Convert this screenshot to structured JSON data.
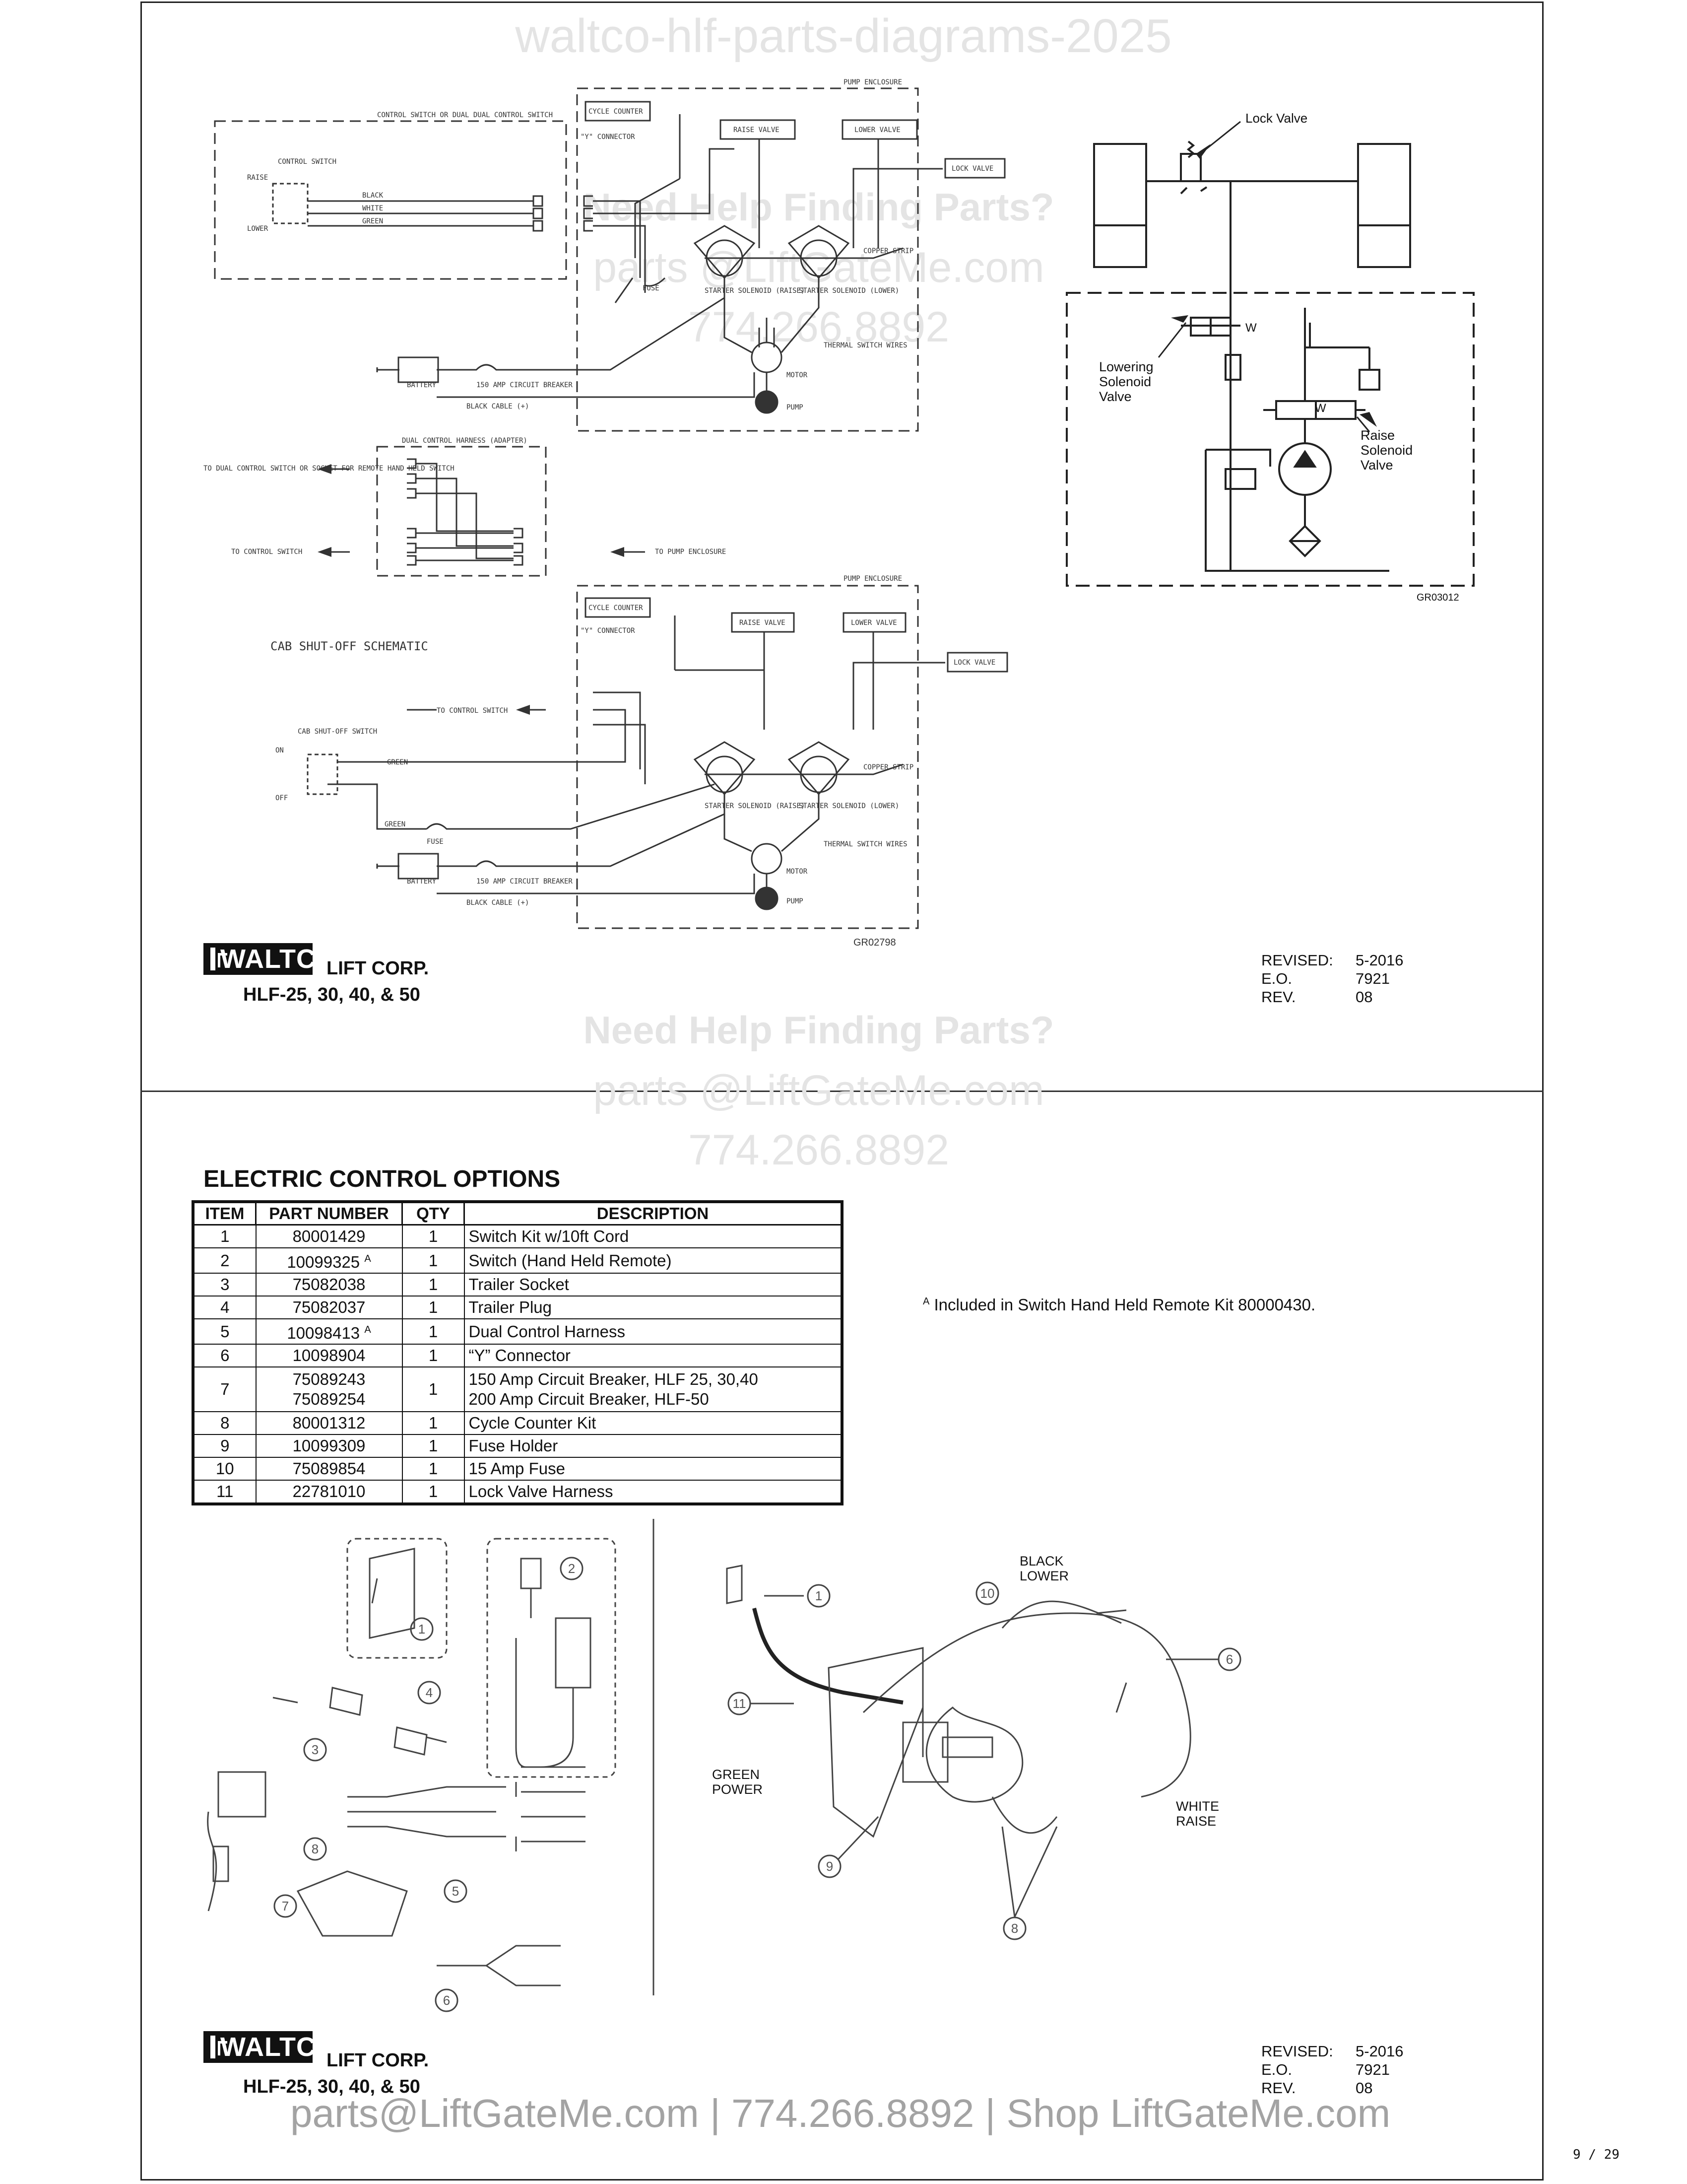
{
  "watermark": {
    "top": "waltco-hlf-parts-diagrams-2025",
    "help": "Need Help Finding Parts?",
    "email": "parts @LiftGateMe.com",
    "phone": "774.266.8892"
  },
  "schematic_top": {
    "control_switch_box": "CONTROL SWITCH OR DUAL DUAL CONTROL SWITCH",
    "pump_enclosure": "PUMP ENCLOSURE",
    "cycle_counter": "CYCLE COUNTER",
    "y_connector": "\"Y\" CONNECTOR",
    "raise_valve": "RAISE VALVE",
    "lower_valve": "LOWER VALVE",
    "lock_valve": "LOCK VALVE",
    "control_switch": "CONTROL SWITCH",
    "raise": "RAISE",
    "lower": "LOWER",
    "black": "BLACK",
    "white": "WHITE",
    "green": "GREEN",
    "copper_strip": "COPPER STRIP",
    "fuse": "FUSE",
    "starter_raise": "STARTER SOLENOID (RAISE)",
    "starter_lower": "STARTER SOLENOID (LOWER)",
    "thermal_switch": "THERMAL SWITCH WIRES",
    "motor": "MOTOR",
    "pump": "PUMP",
    "battery": "BATTERY",
    "breaker": "150 AMP CIRCUIT BREAKER",
    "black_cable": "BLACK CABLE (+)"
  },
  "harness": {
    "title": "DUAL CONTROL HARNESS (ADAPTER)",
    "to_dual": "TO DUAL CONTROL SWITCH OR SOCKET FOR REMOTE HAND HELD SWITCH",
    "to_control": "TO CONTROL SWITCH",
    "to_pump": "TO PUMP ENCLOSURE"
  },
  "schematic_cab": {
    "title": "CAB SHUT-OFF SCHEMATIC",
    "to_control": "TO CONTROL SWITCH",
    "cab_switch": "CAB SHUT-OFF SWITCH",
    "on": "ON",
    "off": "OFF",
    "fig": "GR02798"
  },
  "hydraulic": {
    "lock_valve": "Lock Valve",
    "lowering": "Lowering Solenoid Valve",
    "raise": "Raise Solenoid Valve",
    "w": "W",
    "fig": "GR03012"
  },
  "brand": {
    "logo": "WALTCO",
    "corp": "LIFT CORP.",
    "models": "HLF-25, 30, 40, & 50"
  },
  "revision": {
    "revised_label": "REVISED:",
    "revised": "5-2016",
    "eo_label": "E.O.",
    "eo": "7921",
    "rev_label": "REV.",
    "rev": "08"
  },
  "parts": {
    "title": "ELECTRIC CONTROL OPTIONS",
    "headers": [
      "ITEM",
      "PART NUMBER",
      "QTY",
      "DESCRIPTION"
    ],
    "rows": [
      {
        "item": "1",
        "pn": "80001429",
        "sup": "",
        "qty": "1",
        "desc": "Switch Kit w/10ft Cord"
      },
      {
        "item": "2",
        "pn": "10099325",
        "sup": "A",
        "qty": "1",
        "desc": "Switch (Hand Held Remote)"
      },
      {
        "item": "3",
        "pn": "75082038",
        "sup": "",
        "qty": "1",
        "desc": "Trailer Socket"
      },
      {
        "item": "4",
        "pn": "75082037",
        "sup": "",
        "qty": "1",
        "desc": "Trailer Plug"
      },
      {
        "item": "5",
        "pn": "10098413",
        "sup": "A",
        "qty": "1",
        "desc": "Dual Control Harness"
      },
      {
        "item": "6",
        "pn": "10098904",
        "sup": "",
        "qty": "1",
        "desc": "“Y” Connector"
      },
      {
        "item": "7",
        "pn": "75089243",
        "pn2": "75089254",
        "sup": "",
        "qty": "1",
        "desc": "150 Amp Circuit Breaker, HLF 25, 30,40",
        "desc2": "200 Amp Circuit Breaker, HLF-50"
      },
      {
        "item": "8",
        "pn": "80001312",
        "sup": "",
        "qty": "1",
        "desc": "Cycle Counter Kit"
      },
      {
        "item": "9",
        "pn": "10099309",
        "sup": "",
        "qty": "1",
        "desc": "Fuse Holder"
      },
      {
        "item": "10",
        "pn": "75089854",
        "sup": "",
        "qty": "1",
        "desc": "15 Amp Fuse"
      },
      {
        "item": "11",
        "pn": "22781010",
        "sup": "",
        "qty": "1",
        "desc": "Lock Valve Harness"
      }
    ],
    "footnote_sup": "A",
    "footnote": "Included in Switch Hand Held Remote Kit 80000430."
  },
  "illustration": {
    "callouts": [
      "1",
      "2",
      "3",
      "4",
      "5",
      "6",
      "7",
      "8"
    ],
    "black_lower": "BLACK LOWER",
    "green_power": "GREEN POWER",
    "white_raise": "WHITE RAISE",
    "right_callouts": [
      "1",
      "10",
      "6",
      "11",
      "9",
      "8"
    ]
  },
  "footer": "parts@LiftGateMe.com | 774.266.8892 | Shop LiftGateMe.com",
  "page": "9 / 29"
}
